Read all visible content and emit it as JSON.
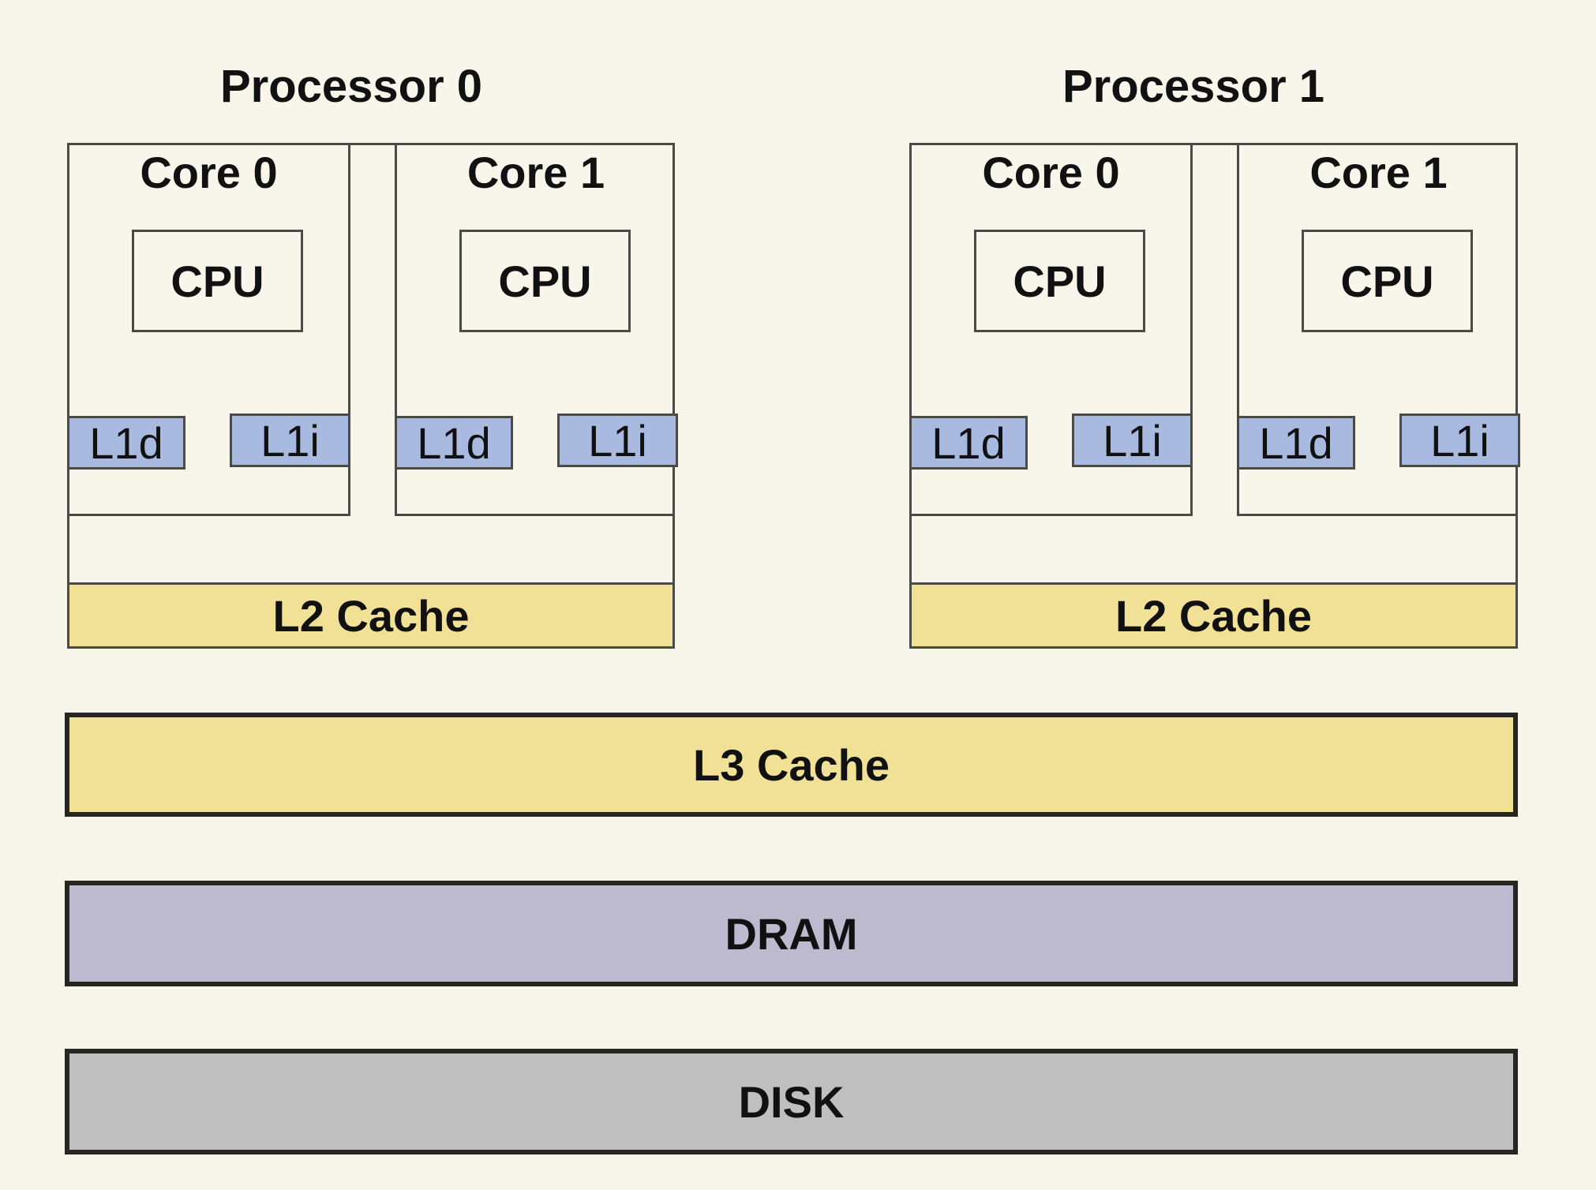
{
  "processors": [
    {
      "label": "Processor 0",
      "cores": [
        {
          "title": "Core 0",
          "cpu": "CPU",
          "l1d": "L1d",
          "l1i": "L1i"
        },
        {
          "title": "Core 1",
          "cpu": "CPU",
          "l1d": "L1d",
          "l1i": "L1i"
        }
      ],
      "l2": "L2 Cache"
    },
    {
      "label": "Processor 1",
      "cores": [
        {
          "title": "Core 0",
          "cpu": "CPU",
          "l1d": "L1d",
          "l1i": "L1i"
        },
        {
          "title": "Core 1",
          "cpu": "CPU",
          "l1d": "L1d",
          "l1i": "L1i"
        }
      ],
      "l2": "L2 Cache"
    }
  ],
  "shared": {
    "l3": "L3 Cache",
    "dram": "DRAM",
    "disk": "DISK"
  },
  "colors": {
    "background": "#f8f6ea",
    "l1": "#a8badf",
    "l2_l3": "#f0e196",
    "dram": "#bdbad0",
    "disk": "#bfbfbf"
  }
}
